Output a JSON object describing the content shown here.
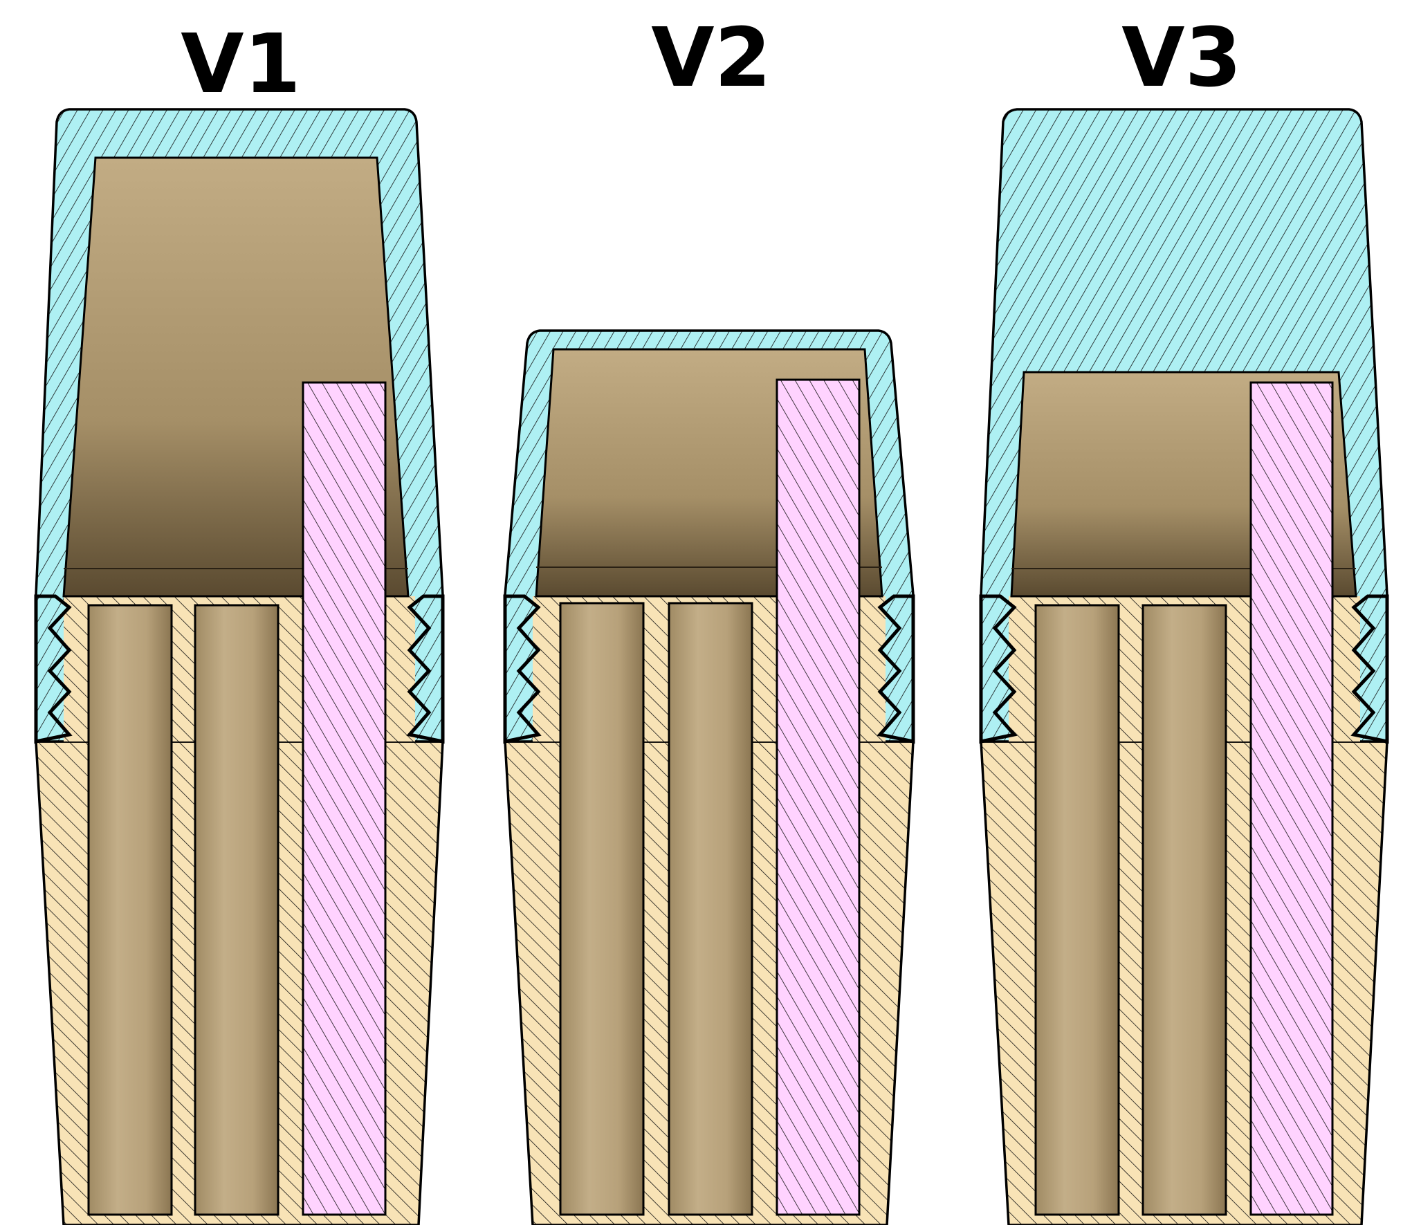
{
  "versions": [
    {
      "id": "v1",
      "label": "V1"
    },
    {
      "id": "v2",
      "label": "V2"
    },
    {
      "id": "v3",
      "label": "V3"
    }
  ],
  "colors": {
    "cap": "#aef0f3",
    "body": "#f8e3b6",
    "insert": "#ffd3ff",
    "cavity": "#b9a47f",
    "cavity_dark": "#6c5a3c",
    "outline": "#000000",
    "background": "#ffffff"
  }
}
